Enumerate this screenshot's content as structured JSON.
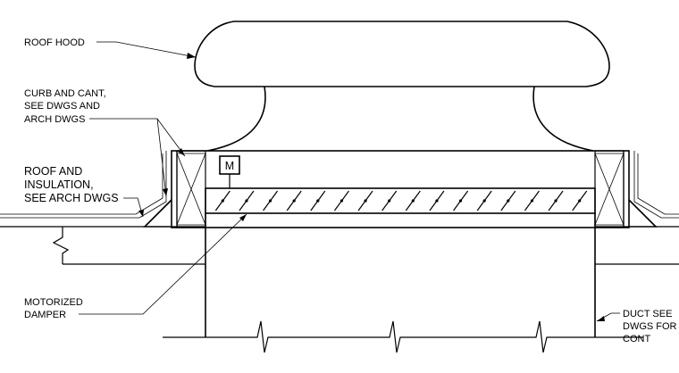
{
  "labels": {
    "roof_hood": "ROOF HOOD",
    "curb_1": "CURB AND CANT,",
    "curb_2": "SEE DWGS AND",
    "curb_3": "ARCH DWGS",
    "roof_1": "ROOF AND",
    "roof_2": "INSULATION,",
    "roof_3": "SEE ARCH DWGS",
    "damper_1": "MOTORIZED",
    "damper_2": "DAMPER",
    "duct_1": "DUCT SEE",
    "duct_2": "DWGS FOR",
    "duct_3": "CONT",
    "motor_symbol": "M"
  },
  "damper_blade_count": 16
}
